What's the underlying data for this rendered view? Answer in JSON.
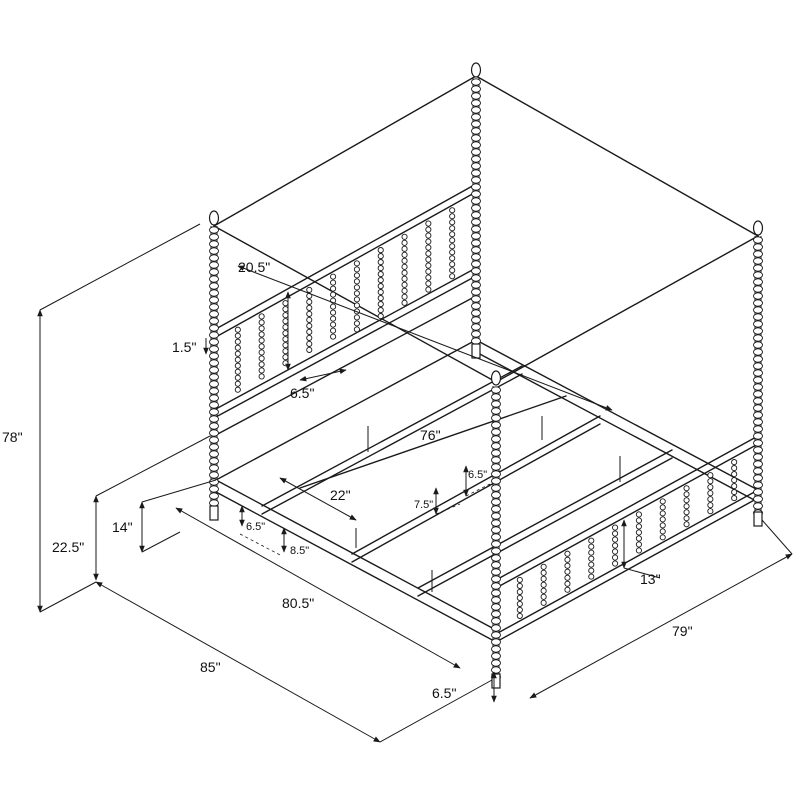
{
  "dimensions": {
    "canopy_height": "78\"",
    "overall_length": "85\"",
    "overall_width": "79\"",
    "inner_length": "80.5\"",
    "inner_width": "76\"",
    "bed_height": "22.5\"",
    "rail_height": "14\"",
    "slat_spacing": "22\"",
    "headboard_height": "20.5\"",
    "rail_thickness": "1.5\"",
    "spindle_spacing": "6.5\"",
    "leg_height": "6.5\"",
    "footboard_height": "13\"",
    "support_gap": "6.5\"",
    "support_gap_a": "7.5\"",
    "leg_gap_a": "6.5\"",
    "leg_gap_b": "8.5\""
  }
}
